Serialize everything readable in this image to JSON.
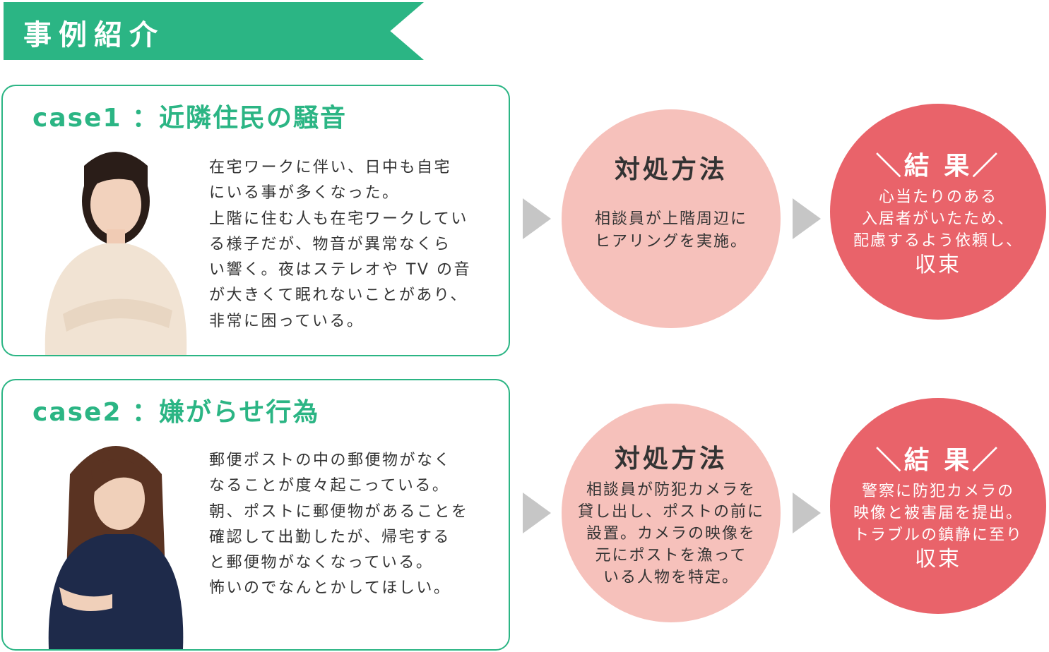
{
  "banner": {
    "title": "事例紹介"
  },
  "cases": [
    {
      "title": "case1 ：近隣住民の騒音",
      "description": [
        "在宅ワークに伴い、日中も自宅",
        "にいる事が多くなった。",
        "上階に住む人も在宅ワークしてい",
        "る様子だが、物音が異常なくら",
        "い響く。夜はステレオや TV の音",
        "が大きくて眠れないことがあり、",
        "非常に困っている。"
      ],
      "response": {
        "title": "対処方法",
        "body": [
          "相談員が上階周辺に",
          "ヒアリングを実施。"
        ]
      },
      "result": {
        "title": "＼結 果／",
        "body": [
          "心当たりのある",
          "入居者がいたため、",
          "配慮するよう依頼し、"
        ],
        "end": "収束"
      }
    },
    {
      "title": "case2 ：嫌がらせ行為",
      "description": [
        "郵便ポストの中の郵便物がなく",
        "なることが度々起こっている。",
        "朝、ポストに郵便物があることを",
        "確認して出勤したが、帰宅する",
        "と郵便物がなくなっている。",
        "怖いのでなんとかしてほしい。"
      ],
      "response": {
        "title": "対処方法",
        "body": [
          "相談員が防犯カメラを",
          "貸し出し、ポストの前に",
          "設置。カメラの映像を",
          "元にポストを漁って",
          "いる人物を特定。"
        ]
      },
      "result": {
        "title": "＼結 果／",
        "body": [
          "警察に防犯カメラの",
          "映像と被害届を提出。",
          "トラブルの鎮静に至り"
        ],
        "end": "収束"
      }
    }
  ],
  "colors": {
    "green": "#2bb584",
    "pink": "#f6c1bb",
    "red": "#e9636a",
    "arrow": "#c6c6c6"
  }
}
